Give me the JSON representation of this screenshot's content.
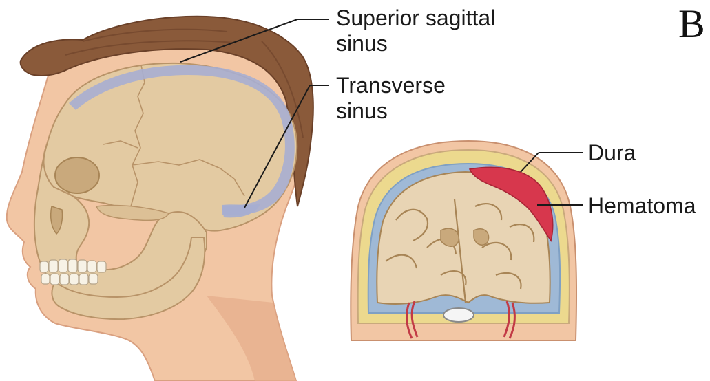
{
  "panel_letter": "B",
  "labels": {
    "superior_sagittal_sinus": [
      "Superior sagittal",
      "sinus"
    ],
    "transverse_sinus": [
      "Transverse",
      "sinus"
    ],
    "dura": "Dura",
    "hematoma": "Hematoma"
  },
  "colors": {
    "skin": "#f2c6a4",
    "skin_shade": "#e0a682",
    "hair": "#8a5a3a",
    "hair_dark": "#6a4028",
    "bone": "#e3caa2",
    "bone_shade": "#c9a97c",
    "sinus": "#a7aed1",
    "dura": "#9fb9d6",
    "hematoma": "#d7374d",
    "marrow": "#ecd98e",
    "vessel": "#c23a45",
    "leader_line": "#1a1a1a"
  }
}
